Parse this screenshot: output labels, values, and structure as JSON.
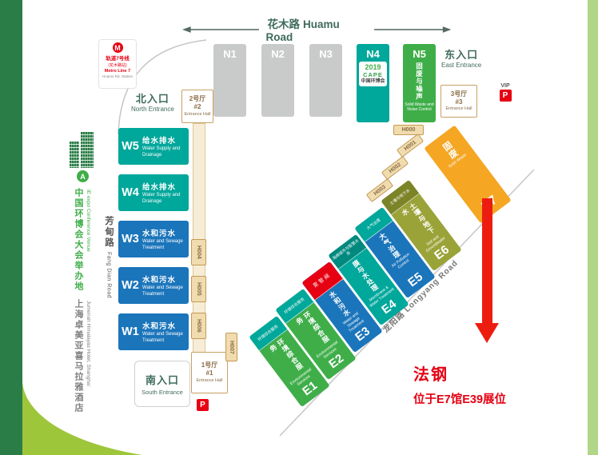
{
  "roads": {
    "huamu_zh": "花木路",
    "huamu_en": "Huamu Road",
    "fangdian_zh": "芳甸路",
    "fangdian_en": "Fang Dian Road",
    "longyang_zh": "龙阳路",
    "longyang_en": "Longyang Road"
  },
  "entrances": {
    "north_zh": "北入口",
    "north_en": "North Entrance",
    "east_zh": "东入口",
    "east_en": "East Entrance",
    "south_zh": "南入口",
    "south_en": "South Entrance"
  },
  "metro": {
    "logo": "M",
    "line_zh": "轨道7号线",
    "station_zh": "(花木路站)",
    "line_en": "Metro Line 7",
    "station_en": "Huamu Rd. Station"
  },
  "entrance_halls": {
    "h1": {
      "zh": "1号厅",
      "num": "#1",
      "en": "Entrance Hall"
    },
    "h2": {
      "zh": "2号厅",
      "num": "#2",
      "en": "Entrance Hall"
    },
    "h3": {
      "zh": "3号厅",
      "num": "#3",
      "en": "Entrance Hall"
    }
  },
  "parking": {
    "vip": "VIP",
    "p": "P"
  },
  "halls_n": [
    {
      "id": "N1"
    },
    {
      "id": "N2"
    },
    {
      "id": "N3"
    },
    {
      "id": "N4",
      "logo_year": "2019",
      "logo_acronym": "CAPE",
      "logo_org": "中国环博会"
    },
    {
      "id": "N5",
      "zh": "固废与噪声",
      "en": "Solid Waste and Noise Control"
    }
  ],
  "halls_w": [
    {
      "id": "W5",
      "zh": "给水排水",
      "en": "Water Supply and Drainage"
    },
    {
      "id": "W4",
      "zh": "给水排水",
      "en": "Water Supply and Drainage"
    },
    {
      "id": "W3",
      "zh": "水和污水",
      "en": "Water and Sewage Treatment"
    },
    {
      "id": "W2",
      "zh": "水和污水",
      "en": "Water and Sewage Treatment"
    },
    {
      "id": "W1",
      "zh": "水和污水",
      "en": "Water and Sewage Treatment"
    }
  ],
  "halls_e": [
    {
      "id": "E1",
      "zh": "环境综合服务",
      "en": "Environmental Services",
      "annex": "环境综合服务",
      "color": "#3fae49"
    },
    {
      "id": "E2",
      "zh": "环境综合服务",
      "en": "Environmental Services",
      "annex": "环境综合服务",
      "color": "#3fae49"
    },
    {
      "id": "E3",
      "zh": "水和污水",
      "en": "Water and Sewage Treatment",
      "annex": "泵管阀",
      "color": "#1b75bb"
    },
    {
      "id": "E4",
      "zh": "膜与水处理",
      "en": "Membrane & Water Treatment",
      "annex": "海绵城市与智慧水务",
      "color": "#00a79b"
    },
    {
      "id": "E5",
      "zh": "大气治理",
      "en": "Air Pollution Control",
      "annex": "大气治理",
      "color": "#1b75bb"
    },
    {
      "id": "E6",
      "zh": "土壤与地下水",
      "en": "Soil and Groundwater",
      "annex": "土壤与地下水",
      "color": "#9aa338"
    },
    {
      "id": "E7",
      "zh": "固废",
      "en": "Solid Waste",
      "color": "#f5a623"
    }
  ],
  "corridor_labels": {
    "h000": "H000",
    "h001": "H001",
    "h002": "H002",
    "h003": "H003",
    "h004": "H004",
    "h005": "H005",
    "h006": "H006",
    "h007": "H007"
  },
  "annotation": {
    "company": "法钢",
    "booth": "位于E7馆E39展位"
  },
  "venue_info": {
    "marker": "A",
    "zh1": "中国环博会大会举办地",
    "en1": "IE expo Conference Venue",
    "zh2": "上海卓美亚喜马拉雅酒店",
    "en2": "Jumeirah Himalayas Hotel, Shanghai"
  },
  "colors": {
    "teal": "#00a79b",
    "blue": "#1b75bb",
    "green": "#3fae49",
    "olive": "#9aa338",
    "amber": "#f5a623",
    "red": "#e60012",
    "gray_hall": "#c9caca",
    "dark_green_bar": "#2a7d46",
    "light_green_swoosh": "#9dc63b",
    "right_bar": "#b2d687",
    "tan": "#f0dcae"
  }
}
